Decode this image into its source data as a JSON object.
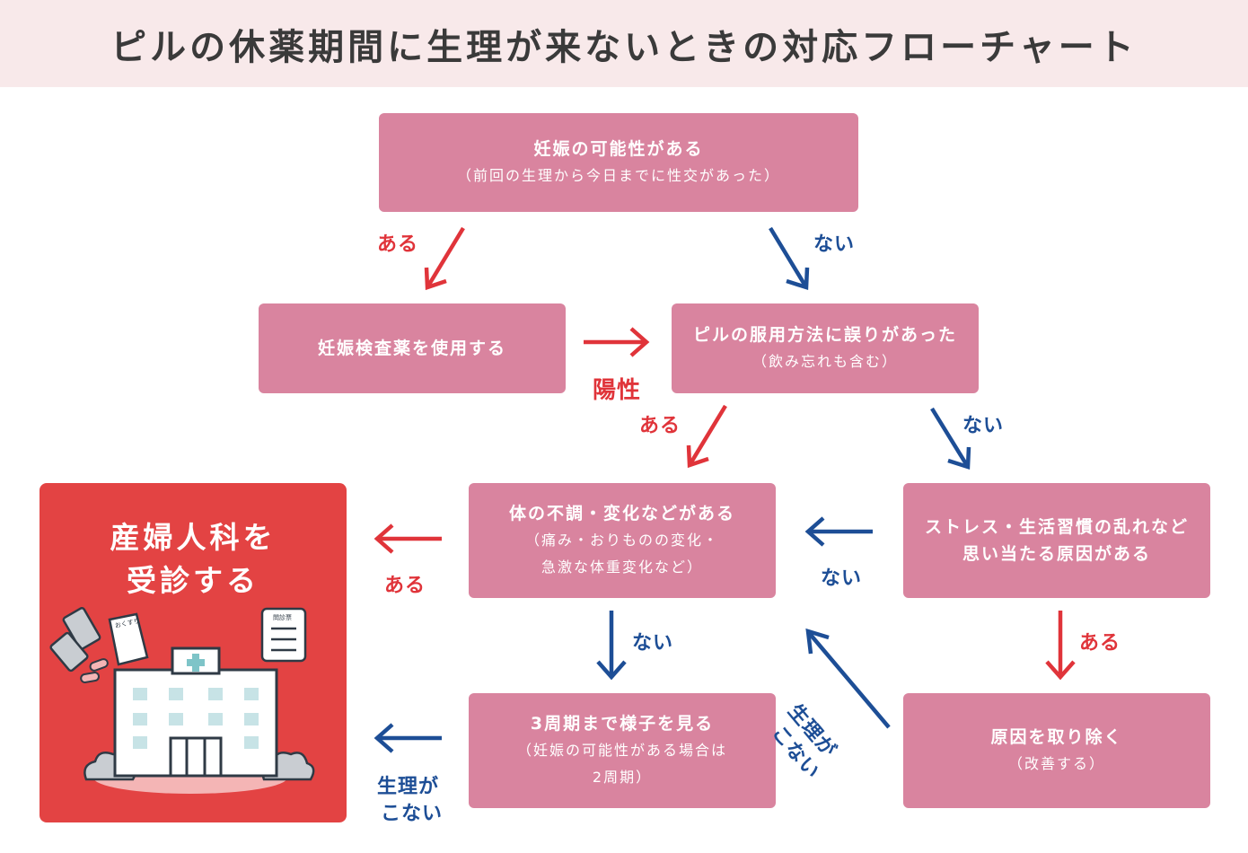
{
  "title": "ピルの休薬期間に生理が来ないときの対応フローチャート",
  "colors": {
    "header_bg": "#f8e9ea",
    "box": "#d9849f",
    "red": "#e0343a",
    "blue": "#1d4e96",
    "result_box": "#e34343"
  },
  "boxes": {
    "pregnancy_possible": {
      "line1": "妊娠の可能性がある",
      "line2": "（前回の生理から今日までに性交があった）"
    },
    "pregnancy_test": {
      "line1": "妊娠検査薬を使用する"
    },
    "pill_mistake": {
      "line1": "ピルの服用方法に誤りがあった",
      "line2": "（飲み忘れも含む）"
    },
    "body_condition": {
      "line1": "体の不調・変化などがある",
      "line2": "（痛み・おりものの変化・",
      "line3": "急激な体重変化など）"
    },
    "stress": {
      "line1": "ストレス・生活習慣の乱れなど",
      "line2": "思い当たる原因がある"
    },
    "wait_cycles": {
      "line1": "3周期まで様子を見る",
      "line2": "（妊娠の可能性がある場合は",
      "line3": "2周期）"
    },
    "remove_cause": {
      "line1": "原因を取り除く",
      "line2": "（改善する）"
    }
  },
  "result": {
    "line1": "産婦人科を",
    "line2": "受診する"
  },
  "illustration": {
    "medicine_bag_label": "おくすり",
    "clipboard_label": "問診票"
  },
  "labels": {
    "aru": "ある",
    "nai": "ない",
    "positive": "陽性",
    "no_period_l1": "生理が",
    "no_period_l2": "こない",
    "diag_l1": "生理が",
    "diag_l2": "こない"
  }
}
